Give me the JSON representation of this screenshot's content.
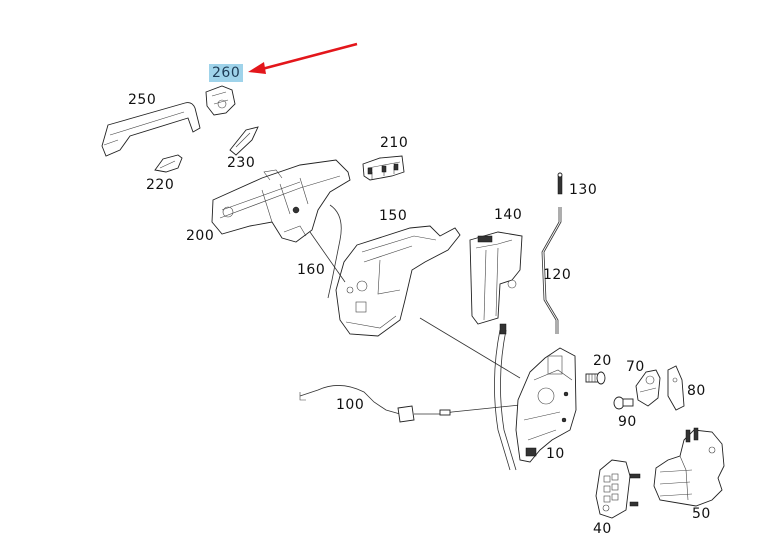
{
  "diagram": {
    "highlight_color": "#9fd3ea",
    "arrow_color": "#e3161b",
    "highlighted_part": "260",
    "callouts": [
      {
        "id": "p260",
        "label": "260"
      },
      {
        "id": "p250",
        "label": "250"
      },
      {
        "id": "p230",
        "label": "230"
      },
      {
        "id": "p220",
        "label": "220"
      },
      {
        "id": "p210",
        "label": "210"
      },
      {
        "id": "p200",
        "label": "200"
      },
      {
        "id": "p160",
        "label": "160"
      },
      {
        "id": "p150",
        "label": "150"
      },
      {
        "id": "p140",
        "label": "140"
      },
      {
        "id": "p130",
        "label": "130"
      },
      {
        "id": "p120",
        "label": "120"
      },
      {
        "id": "p100",
        "label": "100"
      },
      {
        "id": "p20",
        "label": "20"
      },
      {
        "id": "p70",
        "label": "70"
      },
      {
        "id": "p80",
        "label": "80"
      },
      {
        "id": "p90",
        "label": "90"
      },
      {
        "id": "p10",
        "label": "10"
      },
      {
        "id": "p40",
        "label": "40"
      },
      {
        "id": "p50",
        "label": "50"
      }
    ]
  }
}
